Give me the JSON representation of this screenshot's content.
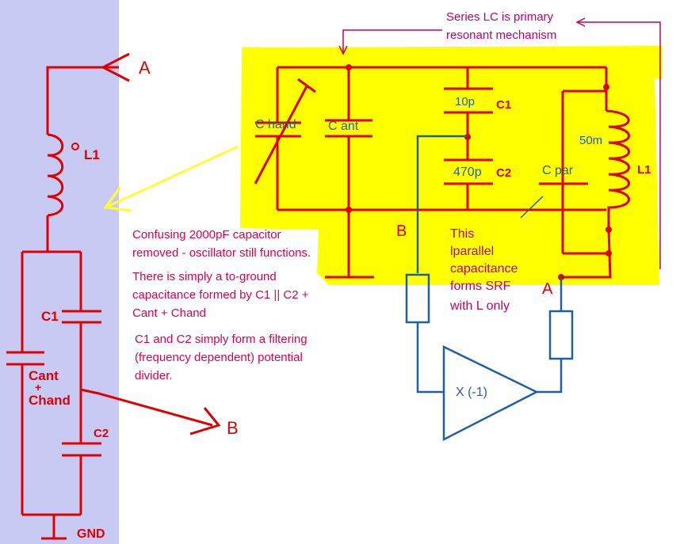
{
  "left_circuit": {
    "node_a": "A",
    "inductor": "L1",
    "cap_c1": "C1",
    "cap_cant_line1": "Cant",
    "cap_cant_plus": "+",
    "cap_cant_line2": "Chand",
    "cap_c2": "C2",
    "node_b": "B",
    "ground": "GND"
  },
  "right_circuit": {
    "cap_hand": "C hand",
    "cap_ant": "C ant",
    "cap_10p": "10p",
    "cap_10p_name": "C1",
    "cap_470p": "470p",
    "cap_470p_name": "C2",
    "cap_par": "C par",
    "inductor_value": "50m",
    "inductor_name": "L1",
    "node_b": "B",
    "node_a": "A",
    "amplifier": "X (-1)"
  },
  "notes": {
    "series_lc": [
      "Series LC is primary",
      "resonant mechanism"
    ],
    "parallel_cap": [
      "This",
      "lparallel",
      "capacitance",
      "forms SRF",
      "with L only"
    ],
    "removed_cap": [
      "Confusing 2000pF capacitor",
      "removed - oscillator still functions."
    ],
    "to_ground": [
      "There is simply a to-ground",
      "capacitance formed by C1 || C2 +",
      "Cant + Chand"
    ],
    "filtering": [
      "C1 and C2 simply form a filtering",
      "(frequency dependent) potential",
      "divider."
    ]
  },
  "colors": {
    "panel": "#c8caf4",
    "highlight": "#ffff00",
    "red_wire": "#e00000",
    "blue_wire": "#2060a0",
    "arrow_yellow": "#ffff33",
    "note_purple": "#c0006c",
    "note_magenta": "#e0004a"
  }
}
